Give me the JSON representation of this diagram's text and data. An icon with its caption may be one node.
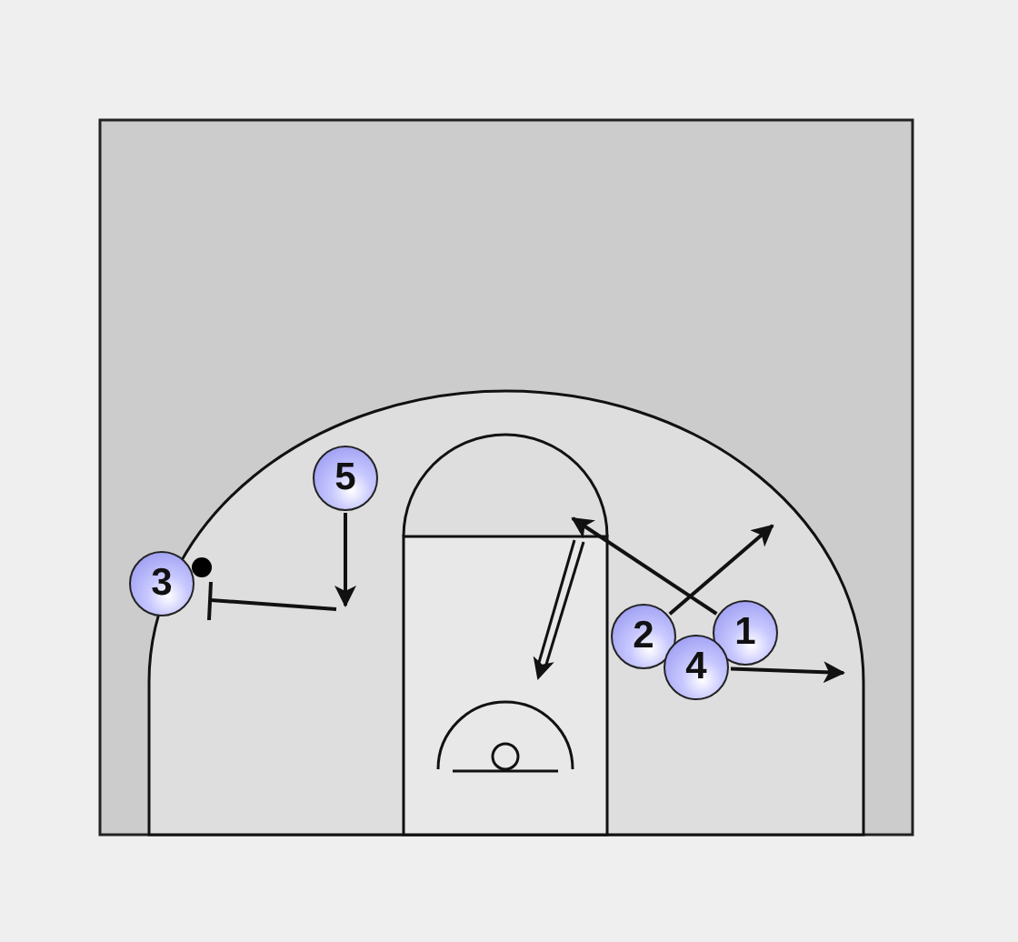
{
  "diagram": {
    "nodes": [
      {
        "text": [
          "5"
        ]
      },
      {
        "text": [
          "3"
        ]
      },
      {
        "text": [
          "2"
        ]
      },
      {
        "text": [
          "1"
        ]
      },
      {
        "text": [
          "4"
        ]
      }
    ],
    "edges": [
      {
        "from": 0,
        "to": null,
        "arrow": "to"
      },
      {
        "from": 2,
        "to": null,
        "arrow": "to"
      },
      {
        "from": 3,
        "to": null,
        "arrow": "to"
      },
      {
        "from": 4,
        "to": null,
        "arrow": "to"
      }
    ]
  }
}
